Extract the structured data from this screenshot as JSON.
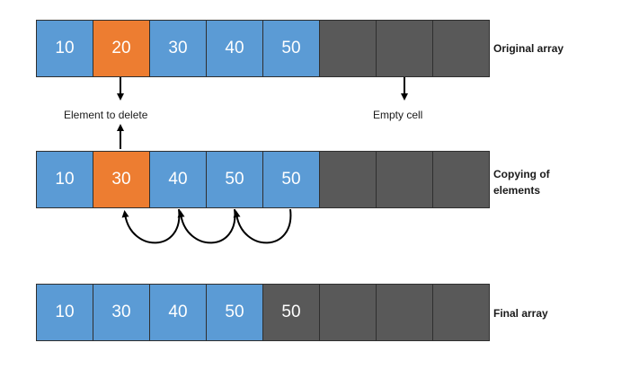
{
  "colors": {
    "value_cell": "#5b9bd5",
    "highlight_cell": "#ed7d31",
    "empty_cell": "#595959",
    "border": "#2f2f2f",
    "arrow": "#000000"
  },
  "rows": [
    {
      "id": "original",
      "label": "Original array",
      "cells": [
        {
          "text": "10",
          "kind": "value"
        },
        {
          "text": "20",
          "kind": "highlight"
        },
        {
          "text": "30",
          "kind": "value"
        },
        {
          "text": "40",
          "kind": "value"
        },
        {
          "text": "50",
          "kind": "value"
        },
        {
          "text": "",
          "kind": "empty"
        },
        {
          "text": "",
          "kind": "empty"
        },
        {
          "text": "",
          "kind": "empty"
        }
      ]
    },
    {
      "id": "copying",
      "label": "Copying of elements",
      "cells": [
        {
          "text": "10",
          "kind": "value"
        },
        {
          "text": "30",
          "kind": "highlight"
        },
        {
          "text": "40",
          "kind": "value"
        },
        {
          "text": "50",
          "kind": "value"
        },
        {
          "text": "50",
          "kind": "value"
        },
        {
          "text": "",
          "kind": "empty"
        },
        {
          "text": "",
          "kind": "empty"
        },
        {
          "text": "",
          "kind": "empty"
        }
      ]
    },
    {
      "id": "final",
      "label": "Final array",
      "cells": [
        {
          "text": "10",
          "kind": "value"
        },
        {
          "text": "30",
          "kind": "value"
        },
        {
          "text": "40",
          "kind": "value"
        },
        {
          "text": "50",
          "kind": "value"
        },
        {
          "text": "50",
          "kind": "empty"
        },
        {
          "text": "",
          "kind": "empty"
        },
        {
          "text": "",
          "kind": "empty"
        },
        {
          "text": "",
          "kind": "empty"
        }
      ]
    }
  ],
  "captions": {
    "element_to_delete": "Element to delete",
    "empty_cell": "Empty cell"
  }
}
